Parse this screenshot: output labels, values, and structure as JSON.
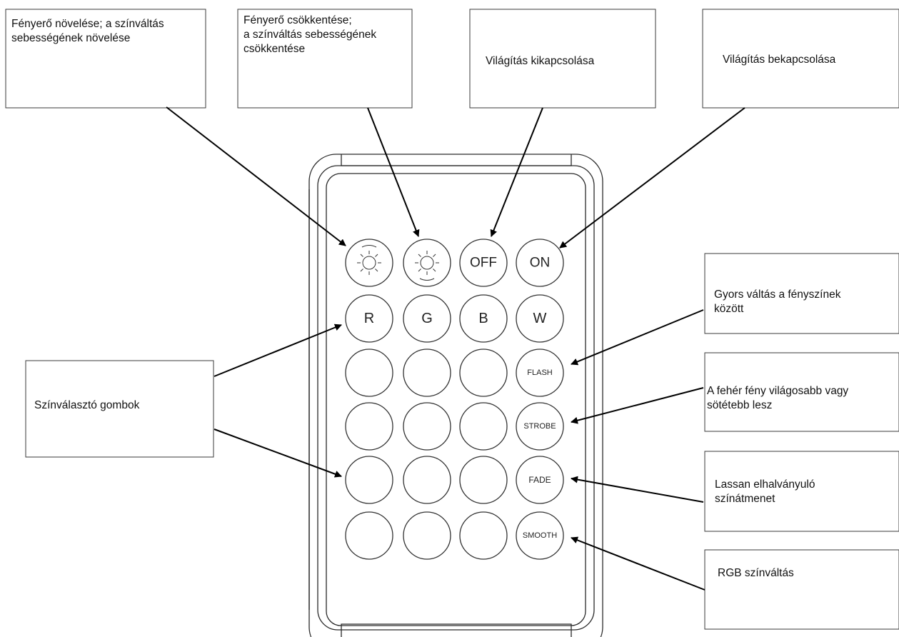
{
  "callouts": {
    "brightness_up": {
      "lines": [
        "Fényerő növelése; a színváltás",
        "sebességének növelése"
      ]
    },
    "brightness_down": {
      "lines": [
        "Fényerő csökkentése;",
        "a színváltás sebességének",
        "csökkentése"
      ]
    },
    "light_off": {
      "lines": [
        "Világítás kikapcsolása"
      ]
    },
    "light_on": {
      "lines": [
        "Világítás bekapcsolása"
      ]
    },
    "color_buttons": {
      "lines": [
        "Színválasztó gombok"
      ]
    },
    "flash": {
      "lines": [
        "Gyors váltás a fényszínek",
        "között"
      ]
    },
    "strobe": {
      "lines": [
        "A fehér fény világosabb vagy",
        "sötétebb lesz"
      ]
    },
    "fade": {
      "lines": [
        "Lassan elhalványuló",
        "színátmenet"
      ]
    },
    "smooth": {
      "lines": [
        "RGB színváltás"
      ]
    }
  },
  "remote": {
    "rows": [
      [
        {
          "icon": "brightness-up-icon"
        },
        {
          "icon": "brightness-down-icon"
        },
        {
          "label": "OFF"
        },
        {
          "label": "ON"
        }
      ],
      [
        {
          "label": "R"
        },
        {
          "label": "G"
        },
        {
          "label": "B"
        },
        {
          "label": "W"
        }
      ],
      [
        {
          "label": ""
        },
        {
          "label": ""
        },
        {
          "label": ""
        },
        {
          "label": "FLASH"
        }
      ],
      [
        {
          "label": ""
        },
        {
          "label": ""
        },
        {
          "label": ""
        },
        {
          "label": "STROBE"
        }
      ],
      [
        {
          "label": ""
        },
        {
          "label": ""
        },
        {
          "label": ""
        },
        {
          "label": "FADE"
        }
      ],
      [
        {
          "label": ""
        },
        {
          "label": ""
        },
        {
          "label": ""
        },
        {
          "label": "SMOOTH"
        }
      ]
    ]
  }
}
